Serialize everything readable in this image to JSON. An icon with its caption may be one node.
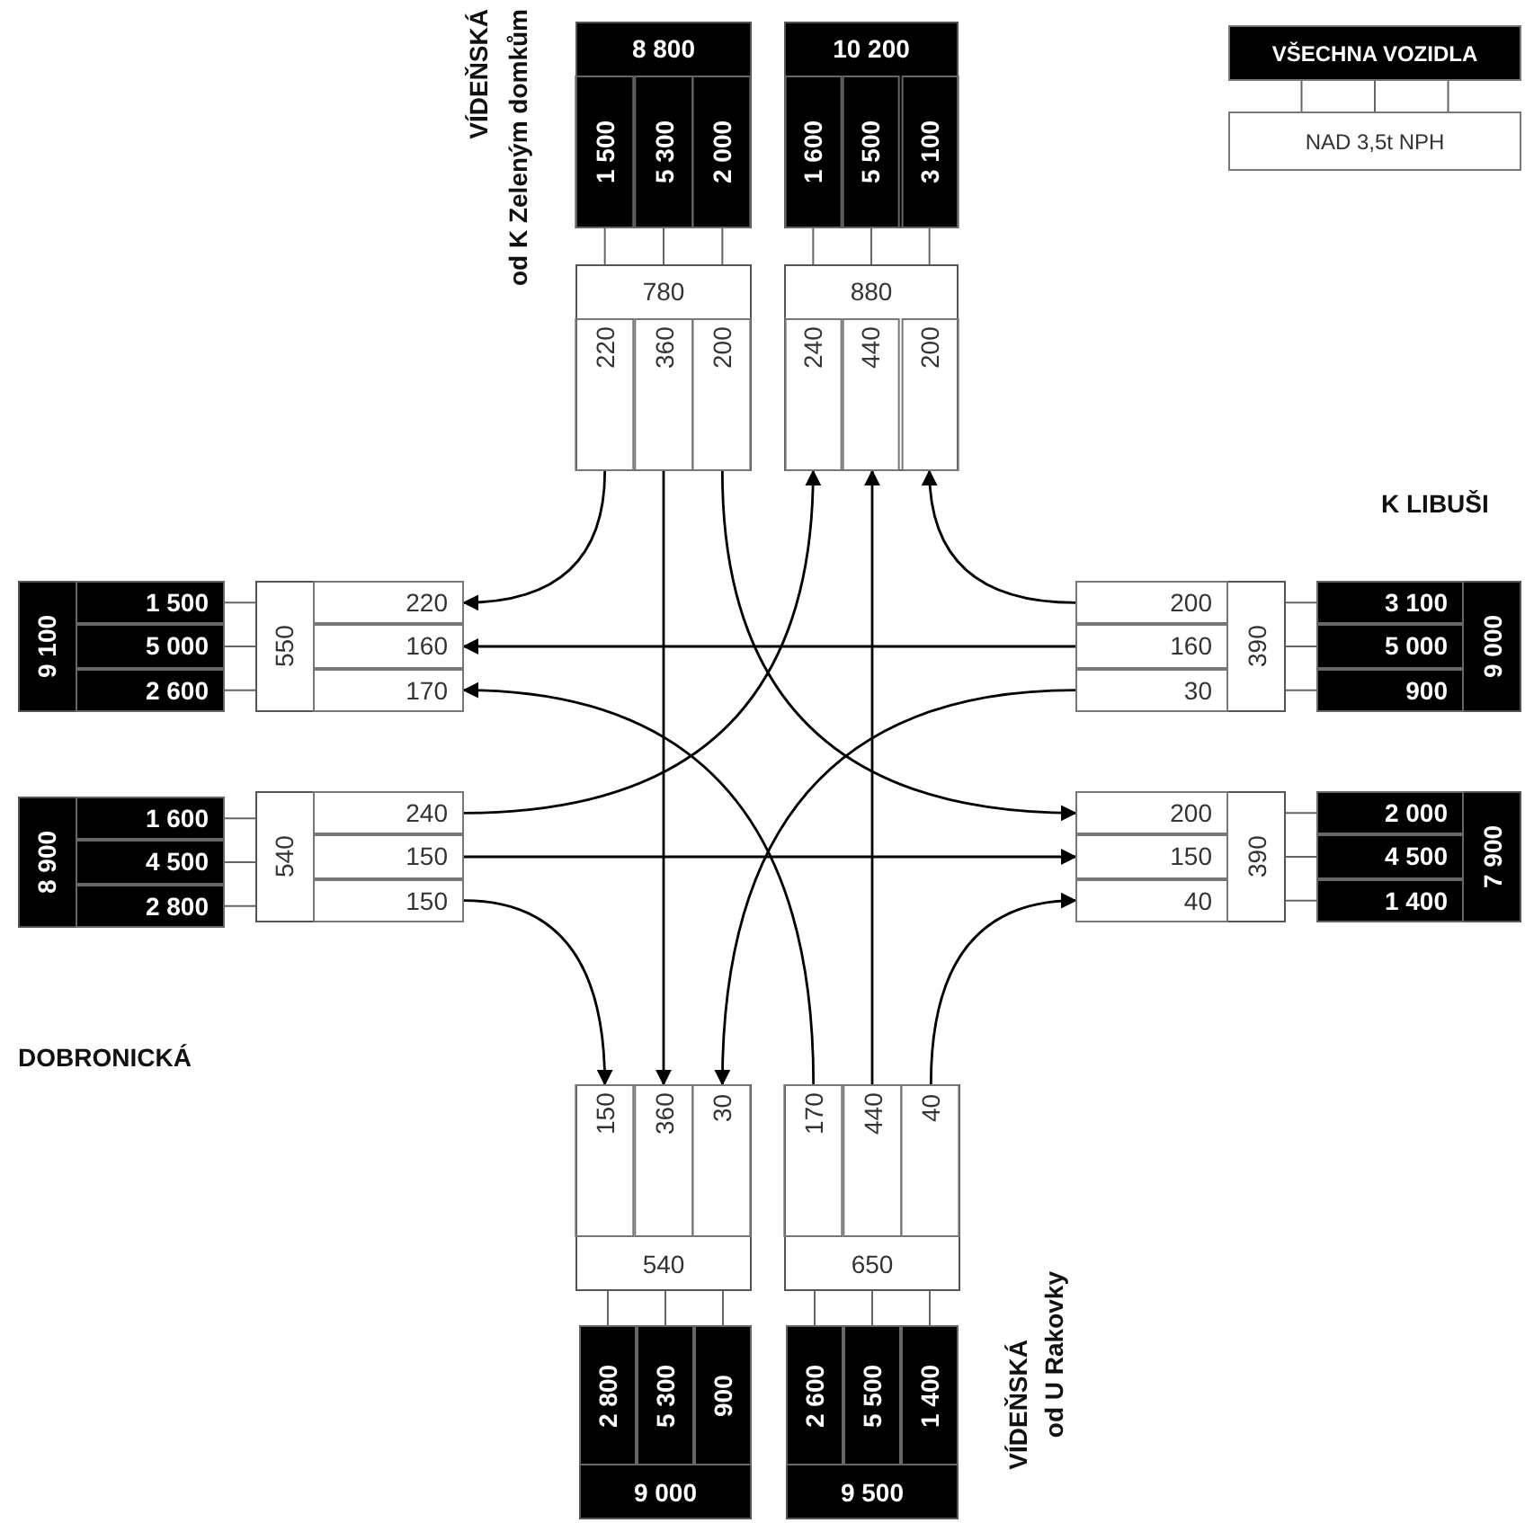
{
  "diagram": {
    "nodes": [
      {
        "text": [
          "8 800"
        ]
      },
      {
        "text": [
          "1 500"
        ],
        "in": 0
      },
      {
        "text": [
          "5 300"
        ],
        "in": 0
      },
      {
        "text": [
          "2 000"
        ],
        "in": 0
      },
      {
        "text": [
          "10 200"
        ]
      },
      {
        "text": [
          "1 600"
        ],
        "in": 4
      },
      {
        "text": [
          "5 500"
        ],
        "in": 4
      },
      {
        "text": [
          "3 100"
        ],
        "in": 4
      },
      {
        "text": [
          "VŠECHNA VOZIDLA"
        ]
      },
      {
        "text": [
          "NAD 3,5t NPH"
        ]
      },
      {
        "text": [
          "780"
        ]
      },
      {
        "text": [
          "220"
        ],
        "in": 10
      },
      {
        "text": [
          "360"
        ],
        "in": 10
      },
      {
        "text": [
          "200"
        ],
        "in": 10
      },
      {
        "text": [
          "880"
        ]
      },
      {
        "text": [
          "240"
        ],
        "in": 14
      },
      {
        "text": [
          "440"
        ],
        "in": 14
      },
      {
        "text": [
          "200"
        ],
        "in": 14
      },
      {
        "text": [
          "9 100"
        ]
      },
      {
        "text": [
          "1 500"
        ],
        "in": 18
      },
      {
        "text": [
          "5 000"
        ],
        "in": 18
      },
      {
        "text": [
          "2 600"
        ],
        "in": 18
      },
      {
        "text": [
          "550"
        ]
      },
      {
        "text": [
          "220"
        ],
        "in": 22
      },
      {
        "text": [
          "160"
        ],
        "in": 22
      },
      {
        "text": [
          "170"
        ],
        "in": 22
      },
      {
        "text": [
          "390"
        ]
      },
      {
        "text": [
          "200"
        ],
        "in": 26
      },
      {
        "text": [
          "160"
        ],
        "in": 26
      },
      {
        "text": [
          "30"
        ],
        "in": 26
      },
      {
        "text": [
          "9 000"
        ]
      },
      {
        "text": [
          "3 100"
        ],
        "in": 30
      },
      {
        "text": [
          "5 000"
        ],
        "in": 30
      },
      {
        "text": [
          "900"
        ],
        "in": 30
      },
      {
        "text": [
          "8 900"
        ]
      },
      {
        "text": [
          "1 600"
        ],
        "in": 34
      },
      {
        "text": [
          "4 500"
        ],
        "in": 34
      },
      {
        "text": [
          "2 800"
        ],
        "in": 34
      },
      {
        "text": [
          "540"
        ]
      },
      {
        "text": [
          "240"
        ],
        "in": 38
      },
      {
        "text": [
          "150"
        ],
        "in": 38
      },
      {
        "text": [
          "150"
        ],
        "in": 38
      },
      {
        "text": [
          "390"
        ]
      },
      {
        "text": [
          "200"
        ],
        "in": 42
      },
      {
        "text": [
          "150"
        ],
        "in": 42
      },
      {
        "text": [
          "40"
        ],
        "in": 42
      },
      {
        "text": [
          "7 900"
        ]
      },
      {
        "text": [
          "2 000"
        ],
        "in": 46
      },
      {
        "text": [
          "4 500"
        ],
        "in": 46
      },
      {
        "text": [
          "1 400"
        ],
        "in": 46
      },
      {
        "text": [
          "540"
        ]
      },
      {
        "text": [
          "150"
        ],
        "in": 50
      },
      {
        "text": [
          "360"
        ],
        "in": 50
      },
      {
        "text": [
          "30"
        ],
        "in": 50
      },
      {
        "text": [
          "650"
        ]
      },
      {
        "text": [
          "170"
        ],
        "in": 54
      },
      {
        "text": [
          "440"
        ],
        "in": 54
      },
      {
        "text": [
          "40"
        ],
        "in": 54
      },
      {
        "text": [
          "9 000"
        ]
      },
      {
        "text": [
          "2 800"
        ],
        "in": 58
      },
      {
        "text": [
          "5 300"
        ],
        "in": 58
      },
      {
        "text": [
          "900"
        ],
        "in": 58
      },
      {
        "text": [
          "9 500"
        ]
      },
      {
        "text": [
          "2 600"
        ],
        "in": 62
      },
      {
        "text": [
          "5 500"
        ],
        "in": 62
      },
      {
        "text": [
          "1 400"
        ],
        "in": 62
      }
    ],
    "edges": [
      {
        "from": 11,
        "to": 23,
        "arrow": "to",
        "color": "#000000"
      },
      {
        "from": 12,
        "to": 52,
        "arrow": "to",
        "color": "#000000"
      },
      {
        "from": 13,
        "to": 43,
        "arrow": "to",
        "color": "#000000"
      },
      {
        "from": 39,
        "to": 15,
        "arrow": "to",
        "color": "#000000"
      },
      {
        "from": 56,
        "to": 16,
        "arrow": "to",
        "color": "#000000"
      },
      {
        "from": 27,
        "to": 17,
        "arrow": "to",
        "color": "#000000"
      },
      {
        "from": 28,
        "to": 24,
        "arrow": "to",
        "color": "#000000"
      },
      {
        "from": 55,
        "to": 25,
        "arrow": "to",
        "color": "#000000"
      },
      {
        "from": 40,
        "to": 44,
        "arrow": "to",
        "color": "#000000"
      },
      {
        "from": 41,
        "to": 51,
        "arrow": "to",
        "color": "#000000"
      },
      {
        "from": 29,
        "to": 53,
        "arrow": "to",
        "color": "#000000"
      },
      {
        "from": 57,
        "to": 45,
        "arrow": "to",
        "color": "#000000"
      },
      {
        "from": 1,
        "to": 10,
        "arrow": "none"
      },
      {
        "from": 2,
        "to": 10,
        "arrow": "none"
      },
      {
        "from": 3,
        "to": 10,
        "arrow": "none"
      },
      {
        "from": 5,
        "to": 14,
        "arrow": "none"
      },
      {
        "from": 6,
        "to": 14,
        "arrow": "none"
      },
      {
        "from": 7,
        "to": 14,
        "arrow": "none"
      },
      {
        "from": 8,
        "to": 9,
        "arrow": "none"
      },
      {
        "from": 8,
        "to": 9,
        "arrow": "none"
      },
      {
        "from": 8,
        "to": 9,
        "arrow": "none"
      },
      {
        "from": 19,
        "to": 22,
        "arrow": "none"
      },
      {
        "from": 20,
        "to": 22,
        "arrow": "none"
      },
      {
        "from": 21,
        "to": 22,
        "arrow": "none"
      },
      {
        "from": 31,
        "to": 26,
        "arrow": "none"
      },
      {
        "from": 32,
        "to": 26,
        "arrow": "none"
      },
      {
        "from": 33,
        "to": 26,
        "arrow": "none"
      },
      {
        "from": 35,
        "to": 38,
        "arrow": "none"
      },
      {
        "from": 36,
        "to": 38,
        "arrow": "none"
      },
      {
        "from": 37,
        "to": 38,
        "arrow": "none"
      },
      {
        "from": 47,
        "to": 42,
        "arrow": "none"
      },
      {
        "from": 48,
        "to": 42,
        "arrow": "none"
      },
      {
        "from": 49,
        "to": 42,
        "arrow": "none"
      },
      {
        "from": 59,
        "to": 50,
        "arrow": "none"
      },
      {
        "from": 60,
        "to": 50,
        "arrow": "none"
      },
      {
        "from": 61,
        "to": 50,
        "arrow": "none"
      },
      {
        "from": 63,
        "to": 54,
        "arrow": "none"
      },
      {
        "from": 64,
        "to": 54,
        "arrow": "none"
      },
      {
        "from": 65,
        "to": 54,
        "arrow": "none"
      }
    ],
    "labels": [
      "VÍDEŇSKÁ",
      "od K Zeleným domkům",
      "K LIBUŠI",
      "DOBRONICKÁ",
      "VÍDEŇSKÁ",
      "od U Rakovky"
    ]
  }
}
